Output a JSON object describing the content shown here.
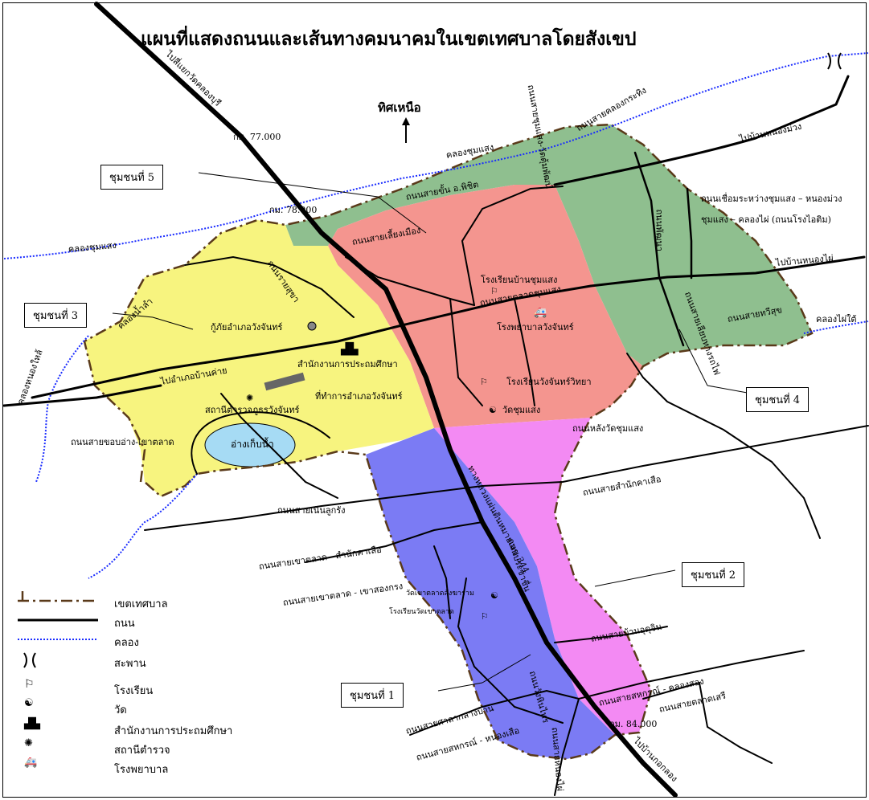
{
  "title": "แผนที่แสดงถนนและเส้นทางคมนาคมในเขตเทศบาลโดยสังเขป",
  "north_label": "ทิศเหนือ",
  "colors": {
    "zone_green": "#8fbf8f",
    "zone_red": "#f4958f",
    "zone_yellow": "#f7f47f",
    "zone_pink": "#f38af3",
    "zone_blue": "#7b7bf4",
    "pond": "#a6dbf4",
    "canal": "#1a2cff",
    "boundary": "#5a3a1a",
    "road": "#000000"
  },
  "communities": {
    "c1": "ชุมชนที่ 1",
    "c2": "ชุมชนที่ 2",
    "c3": "ชุมชนที่ 3",
    "c4": "ชุมชนที่ 4",
    "c5": "ชุมชนที่ 5"
  },
  "labels": {
    "to_wat_kot": "ไปสี่แยกวัดคลองบุรี",
    "km77": "กม. 77.000",
    "km78": "กม. 78.000",
    "km84": "กม. 84.000",
    "khlong_chum_saeng_n": "คลองชุมแสง",
    "khlong_chum_saeng_w": "คลองชุมแสง",
    "khlong_nam_lam": "คลองน้ำลำ",
    "khlong_nong_khai": "คลองหนองใหล้",
    "khlong_khai_tai": "คลองไผ่ใต้",
    "road_sai_khlong_krathing": "ถนนสายคลองกระทิง",
    "road_chum_saeng_wat_don": "ถนนสายชุมแสง-วัดตุ้มพัฒน์",
    "road_phichit": "ถนนสายขั้น อ.พิชิต",
    "road_lueang_mueang": "ถนนสายเลี้ยงเมือง",
    "road_nong_kai": "ถนนรายสุขา",
    "road_talat_chumsaeng": "ถนนสายตลาดชุมแสง",
    "road_link": "ถนนเชื่อมระหว่างชุมแสง – หนองม่วง",
    "road_khlong_khai": "ชุมแสง – คลองไผ่ (ถนนโรงไอติม)",
    "road_phattana": "ถนนพัฒนา",
    "road_sai_thawisuk": "ถนนสายทวีสุข",
    "road_lang_wat": "ถนนหลังวัดชุมแสง",
    "road_sai_sam_nak": "ถนนสายสำนักคาเสือ",
    "road_khob_ang": "ถนนสายขอบอ่าง-เขาตลาด",
    "road_noen_luk_rang": "ถนนสายเนินลูกรัง",
    "road_khao_talat_samnak": "ถนนสายเขาตลาด - สำนักคาเสือ",
    "road_khao_talat_khao": "ถนนสายเขาตลาด - เขาสองกรง",
    "road_ban_dum": "ถนนสายบ้านอุดุจิน",
    "road_sala_klang": "ถนนสายศาลากลางบ้าน",
    "road_sahakorn": "ถนนสายสหกรณ์ - หนองเสือ",
    "road_sahakorn2": "ถนนสายสหกรณ์ - คลองสอง",
    "road_talat_seri": "ถนนสายตลาดเสรี",
    "road_prachachuen": "ถนนประชาชื่น",
    "road_344": "ทางหลวงแผ่นดินหมายเลข 344",
    "road_satthakam": "ถนนสายเลียบทางรถไฟ",
    "road_nong_yai": "ถนนวังหินไทร",
    "road_bottom": "ถนนสายหนองไผ่",
    "to_ban_nong_muang": "ไปบ้านหนองม่วง",
    "to_ban_nong_phai": "ไปบ้านหนองไผ่",
    "to_amphoe_ban_khai": "ไปอำเภอบ้านค่าย",
    "to_ban_kok": "ไปบ้านกอกลอง",
    "school_chum_saeng": "โรงเรียนบ้านชุมแสง",
    "hospital": "โรงพยาบาลวังจันทร์",
    "school_wangchan": "โรงเรียนวังจันทร์วิทยา",
    "wat_chumsaeng": "วัดชุมแสง",
    "rescue": "กู้ภัยอำเภอวังจันทร์",
    "edu_office": "สำนักงานการประถมศึกษา",
    "district_office": "ที่ทำการอำเภอวังจันทร์",
    "police": "สถานีตำรวจภูธรวังจันทร์",
    "reservoir": "อ่างเก็บน้ำ",
    "wat_khao_talat": "วัดเขาตลาดสังฆาราม",
    "school_wat_khao": "โรงเรียนวัดเขาตลาด"
  },
  "legend": [
    {
      "key": "boundary",
      "label": "เขตเทศบาล"
    },
    {
      "key": "road",
      "label": "ถนน"
    },
    {
      "key": "canal",
      "label": "คลอง"
    },
    {
      "key": "bridge",
      "label": "สะพาน"
    },
    {
      "key": "school",
      "label": "โรงเรียน"
    },
    {
      "key": "temple",
      "label": "วัด"
    },
    {
      "key": "edu_office",
      "label": "สำนักงานการประถมศึกษา"
    },
    {
      "key": "police",
      "label": "สถานีตำรวจ"
    },
    {
      "key": "hospital",
      "label": "โรงพยาบาล"
    }
  ]
}
